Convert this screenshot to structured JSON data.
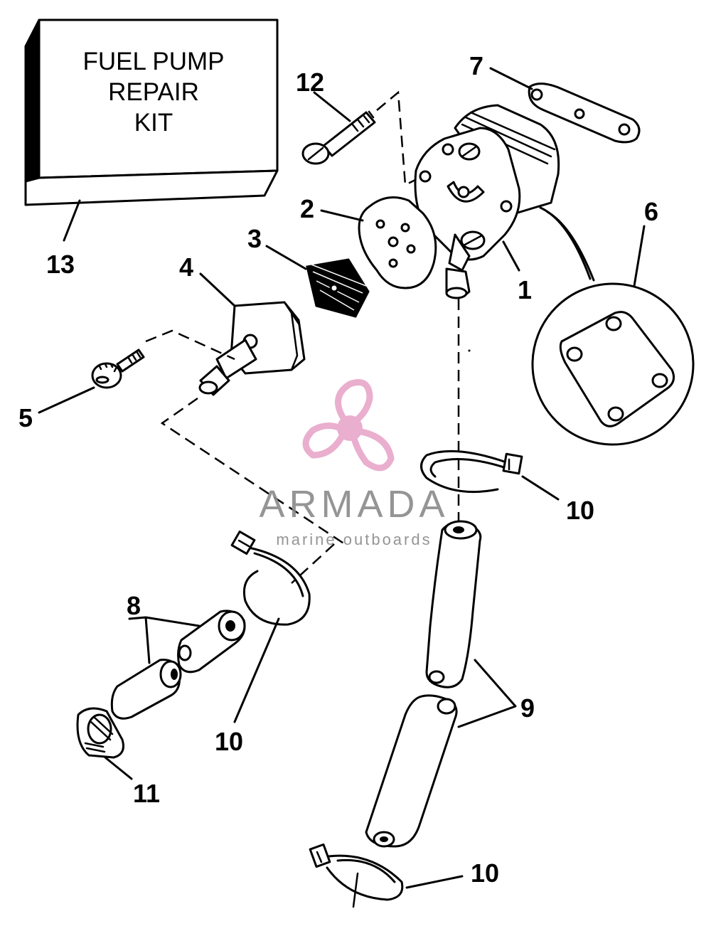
{
  "kit_label": {
    "line1": "FUEL PUMP",
    "line2": "REPAIR",
    "line3": "KIT"
  },
  "callouts": [
    "1",
    "2",
    "3",
    "4",
    "5",
    "6",
    "7",
    "8",
    "9",
    "10",
    "10",
    "10",
    "11",
    "12",
    "13"
  ],
  "watermark": {
    "brand": "ARMADA",
    "tagline": "marine outboards",
    "logo_color": "#e8a6c9",
    "text_color": "#8a8a8a"
  },
  "icons": {
    "watermark_logo": "propeller-icon"
  }
}
